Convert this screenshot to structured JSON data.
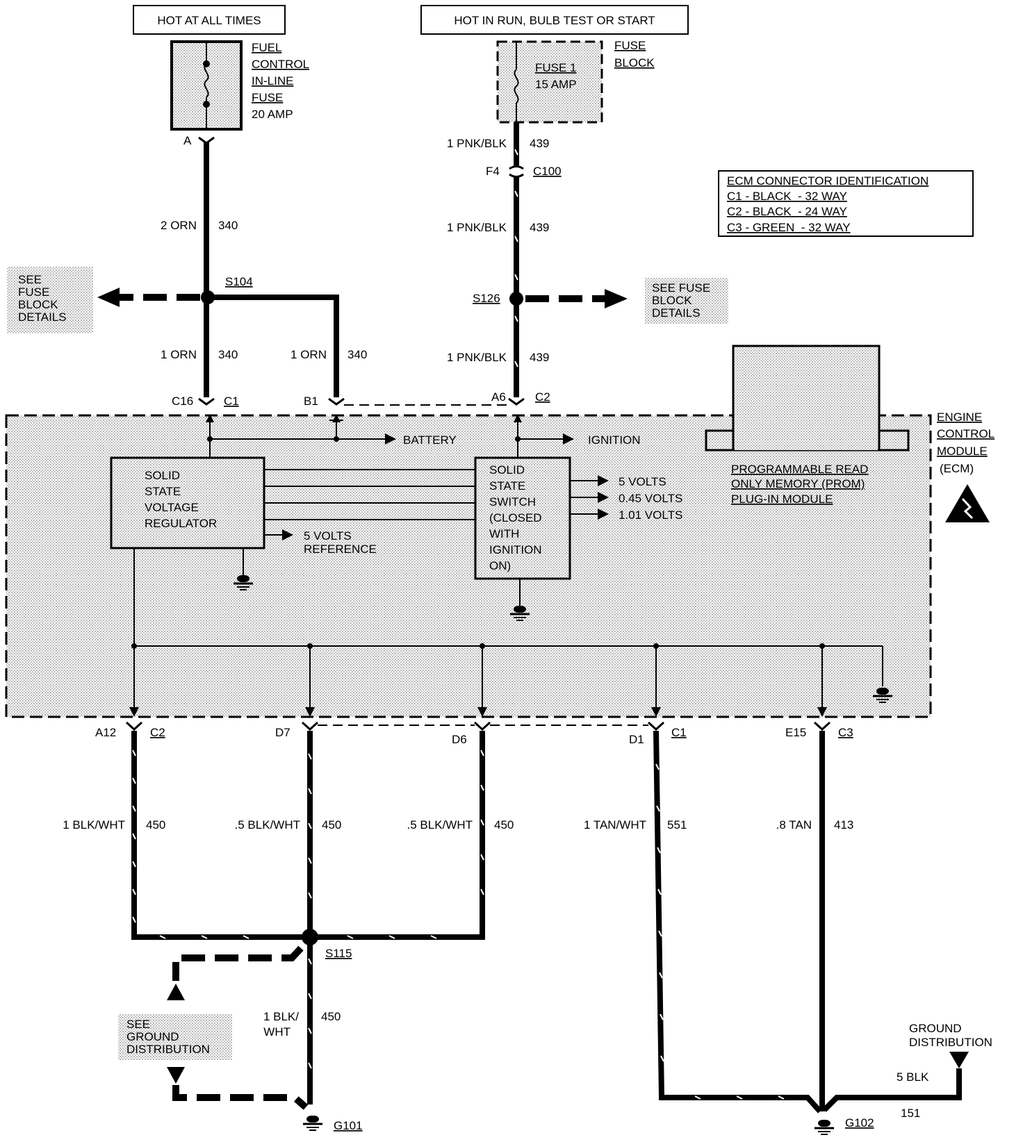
{
  "top_labels": {
    "hot_all_times": "HOT AT ALL TIMES",
    "hot_run": "HOT IN RUN, BULB TEST OR START"
  },
  "fuel_fuse": {
    "lines": [
      "FUEL",
      "CONTROL",
      "IN-LINE",
      "FUSE",
      "20 AMP"
    ],
    "terminal": "A"
  },
  "fuse_block": {
    "label_lines": [
      "FUSE",
      "BLOCK"
    ],
    "fuse_lines": [
      "FUSE 1",
      "15 AMP"
    ]
  },
  "ecm_id": {
    "title": "ECM CONNECTOR IDENTIFICATION",
    "rows": [
      "C1 - BLACK  - 32 WAY",
      "C2 - BLACK  - 24 WAY",
      "C3 - GREEN  - 32 WAY"
    ]
  },
  "wires_top": {
    "w340_top": {
      "gauge_color": "2 ORN",
      "circuit": "340"
    },
    "w340_left": {
      "gauge_color": "1 ORN",
      "circuit": "340"
    },
    "w340_right": {
      "gauge_color": "1 ORN",
      "circuit": "340"
    },
    "w439_a": {
      "gauge_color": "1 PNK/BLK",
      "circuit": "439"
    },
    "w439_b": {
      "gauge_color": "1 PNK/BLK",
      "circuit": "439"
    },
    "w439_c": {
      "gauge_color": "1 PNK/BLK",
      "circuit": "439"
    }
  },
  "connectors_top": {
    "f4": "F4",
    "c100": "C100",
    "c16": "C16",
    "c1": "C1",
    "b1": "B1",
    "a6": "A6",
    "c2": "C2"
  },
  "splices": {
    "s104": "S104",
    "s126": "S126",
    "s115": "S115"
  },
  "see_fuse_left": [
    "SEE",
    "FUSE",
    "BLOCK",
    "DETAILS"
  ],
  "see_fuse_right": [
    "SEE FUSE",
    "BLOCK",
    "DETAILS"
  ],
  "ecm": {
    "name_lines": [
      "ENGINE",
      "CONTROL",
      "MODULE",
      "(ECM)"
    ],
    "battery": "BATTERY",
    "ignition": "IGNITION",
    "regulator_lines": [
      "SOLID",
      "STATE",
      "VOLTAGE",
      "REGULATOR"
    ],
    "reference_lines": [
      "5 VOLTS",
      "REFERENCE"
    ],
    "switch_lines": [
      "SOLID",
      "STATE",
      "SWITCH",
      "(CLOSED",
      "WITH",
      "IGNITION",
      "ON)"
    ],
    "outputs": [
      "5 VOLTS",
      "0.45 VOLTS",
      "1.01 VOLTS"
    ],
    "prom_lines": [
      "PROGRAMMABLE READ",
      "ONLY MEMORY (PROM)",
      "PLUG-IN MODULE"
    ]
  },
  "connectors_bottom": {
    "a12": "A12",
    "c2": "C2",
    "d7": "D7",
    "d6": "D6",
    "d1": "D1",
    "c1": "C1",
    "e15": "E15",
    "c3": "C3"
  },
  "wires_bottom": {
    "a12": {
      "gauge_color": "1 BLK/WHT",
      "circuit": "450"
    },
    "d7": {
      "gauge_color": ".5 BLK/WHT",
      "circuit": "450"
    },
    "d6": {
      "gauge_color": ".5 BLK/WHT",
      "circuit": "450"
    },
    "d1": {
      "gauge_color": "1 TAN/WHT",
      "circuit": "551"
    },
    "e15": {
      "gauge_color": ".8 TAN",
      "circuit": "413"
    },
    "ground_line1": "1 BLK/",
    "ground_line2": "WHT",
    "ground_circuit": "450",
    "g102_gauge": "5 BLK",
    "g102_circuit": "151"
  },
  "see_ground": [
    "SEE",
    "GROUND",
    "DISTRIBUTION"
  ],
  "ground_distribution": [
    "GROUND",
    "DISTRIBUTION"
  ],
  "grounds": {
    "g101": "G101",
    "g102": "G102"
  }
}
